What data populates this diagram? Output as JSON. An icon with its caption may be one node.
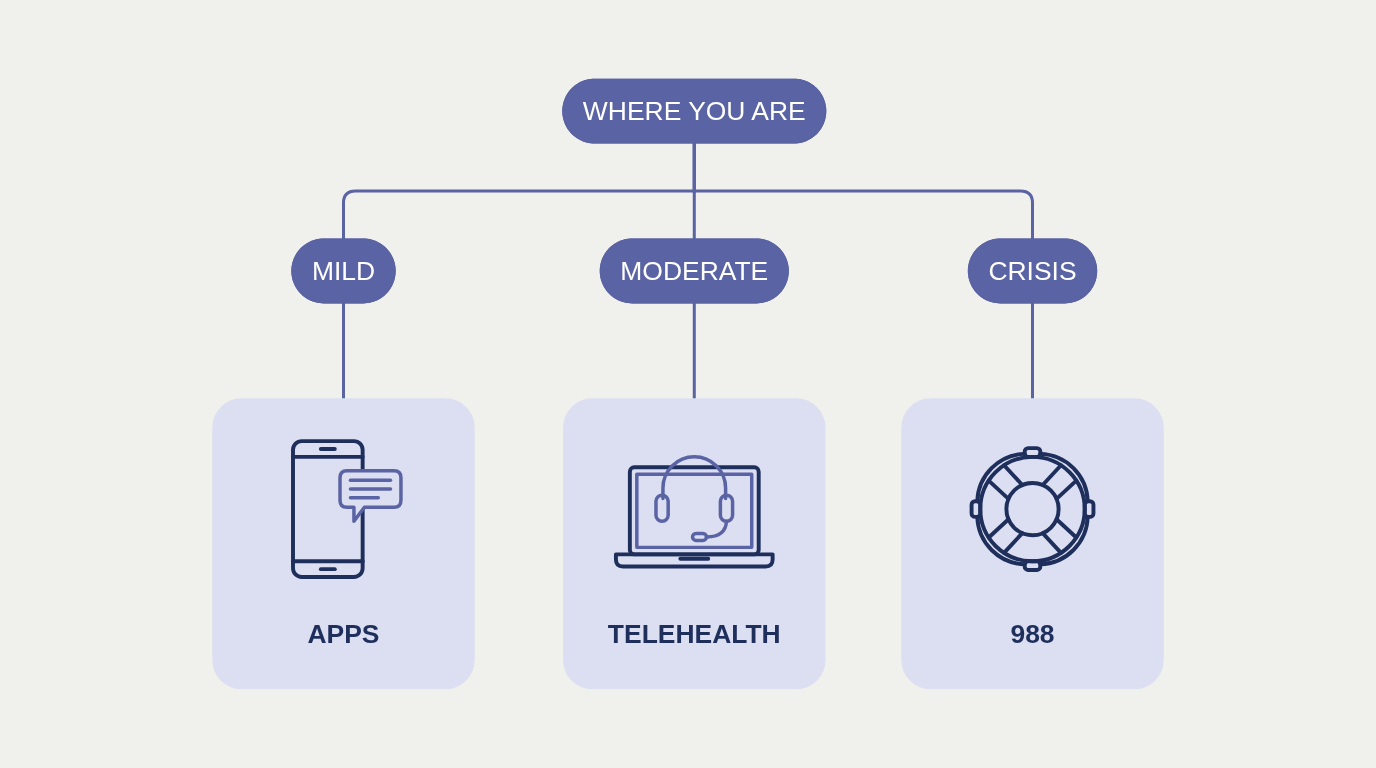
{
  "diagram": {
    "nodes": [
      {
        "text": [
          "WHERE YOU ARE"
        ]
      },
      {
        "text": [
          "MILD"
        ]
      },
      {
        "text": [
          "MODERATE"
        ]
      },
      {
        "text": [
          "CRISIS"
        ]
      },
      {
        "text": [
          "APPS"
        ]
      },
      {
        "text": [
          "TELEHEALTH"
        ]
      },
      {
        "text": [
          "988"
        ]
      }
    ],
    "edges": [
      {
        "from": 0,
        "to": 1,
        "arrow": "none"
      },
      {
        "from": 0,
        "to": 2,
        "arrow": "none"
      },
      {
        "from": 0,
        "to": 3,
        "arrow": "none"
      },
      {
        "from": 1,
        "to": 4,
        "arrow": "none"
      },
      {
        "from": 2,
        "to": 5,
        "arrow": "none"
      },
      {
        "from": 3,
        "to": 6,
        "arrow": "none"
      }
    ]
  }
}
